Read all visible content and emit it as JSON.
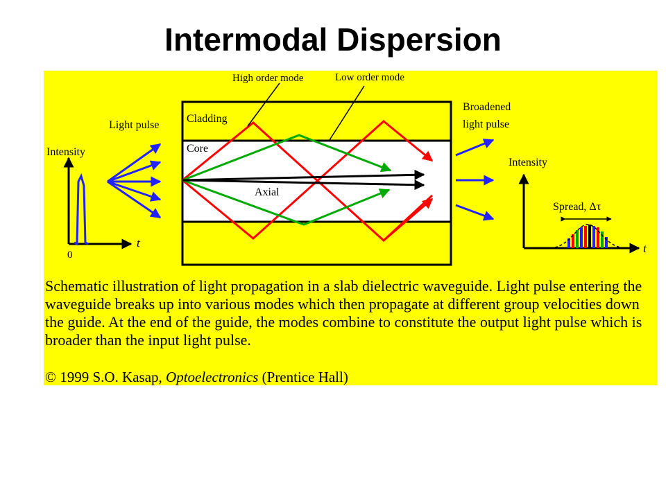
{
  "title": "Intermodal Dispersion",
  "diagram": {
    "labels": {
      "high_order_mode": "High order mode",
      "low_order_mode": "Low order mode",
      "cladding": "Cladding",
      "core": "Core",
      "axial": "Axial",
      "light_pulse": "Light pulse",
      "broadened_line1": "Broadened",
      "broadened_line2": "light pulse",
      "intensity_in": "Intensity",
      "intensity_out": "Intensity",
      "zero": "0",
      "t_in": "t",
      "t_out": "t",
      "spread": "Spread, Δτ"
    },
    "colors": {
      "background": "#ffff00",
      "high_order": "#ff0000",
      "low_order": "#00aa00",
      "axial": "#000000",
      "pulse": "#2222ff"
    }
  },
  "caption": "Schematic illustration of light propagation in a slab dielectric waveguide. Light pulse entering the waveguide breaks up into various modes which then propagate at different group velocities down the guide. At the end of the guide, the modes combine to constitute the output light pulse which is broader than the input light pulse.",
  "copyright": {
    "prefix": "© 1999 S.O. Kasap, ",
    "book": "Optoelectronics",
    "suffix": " (Prentice Hall)"
  }
}
